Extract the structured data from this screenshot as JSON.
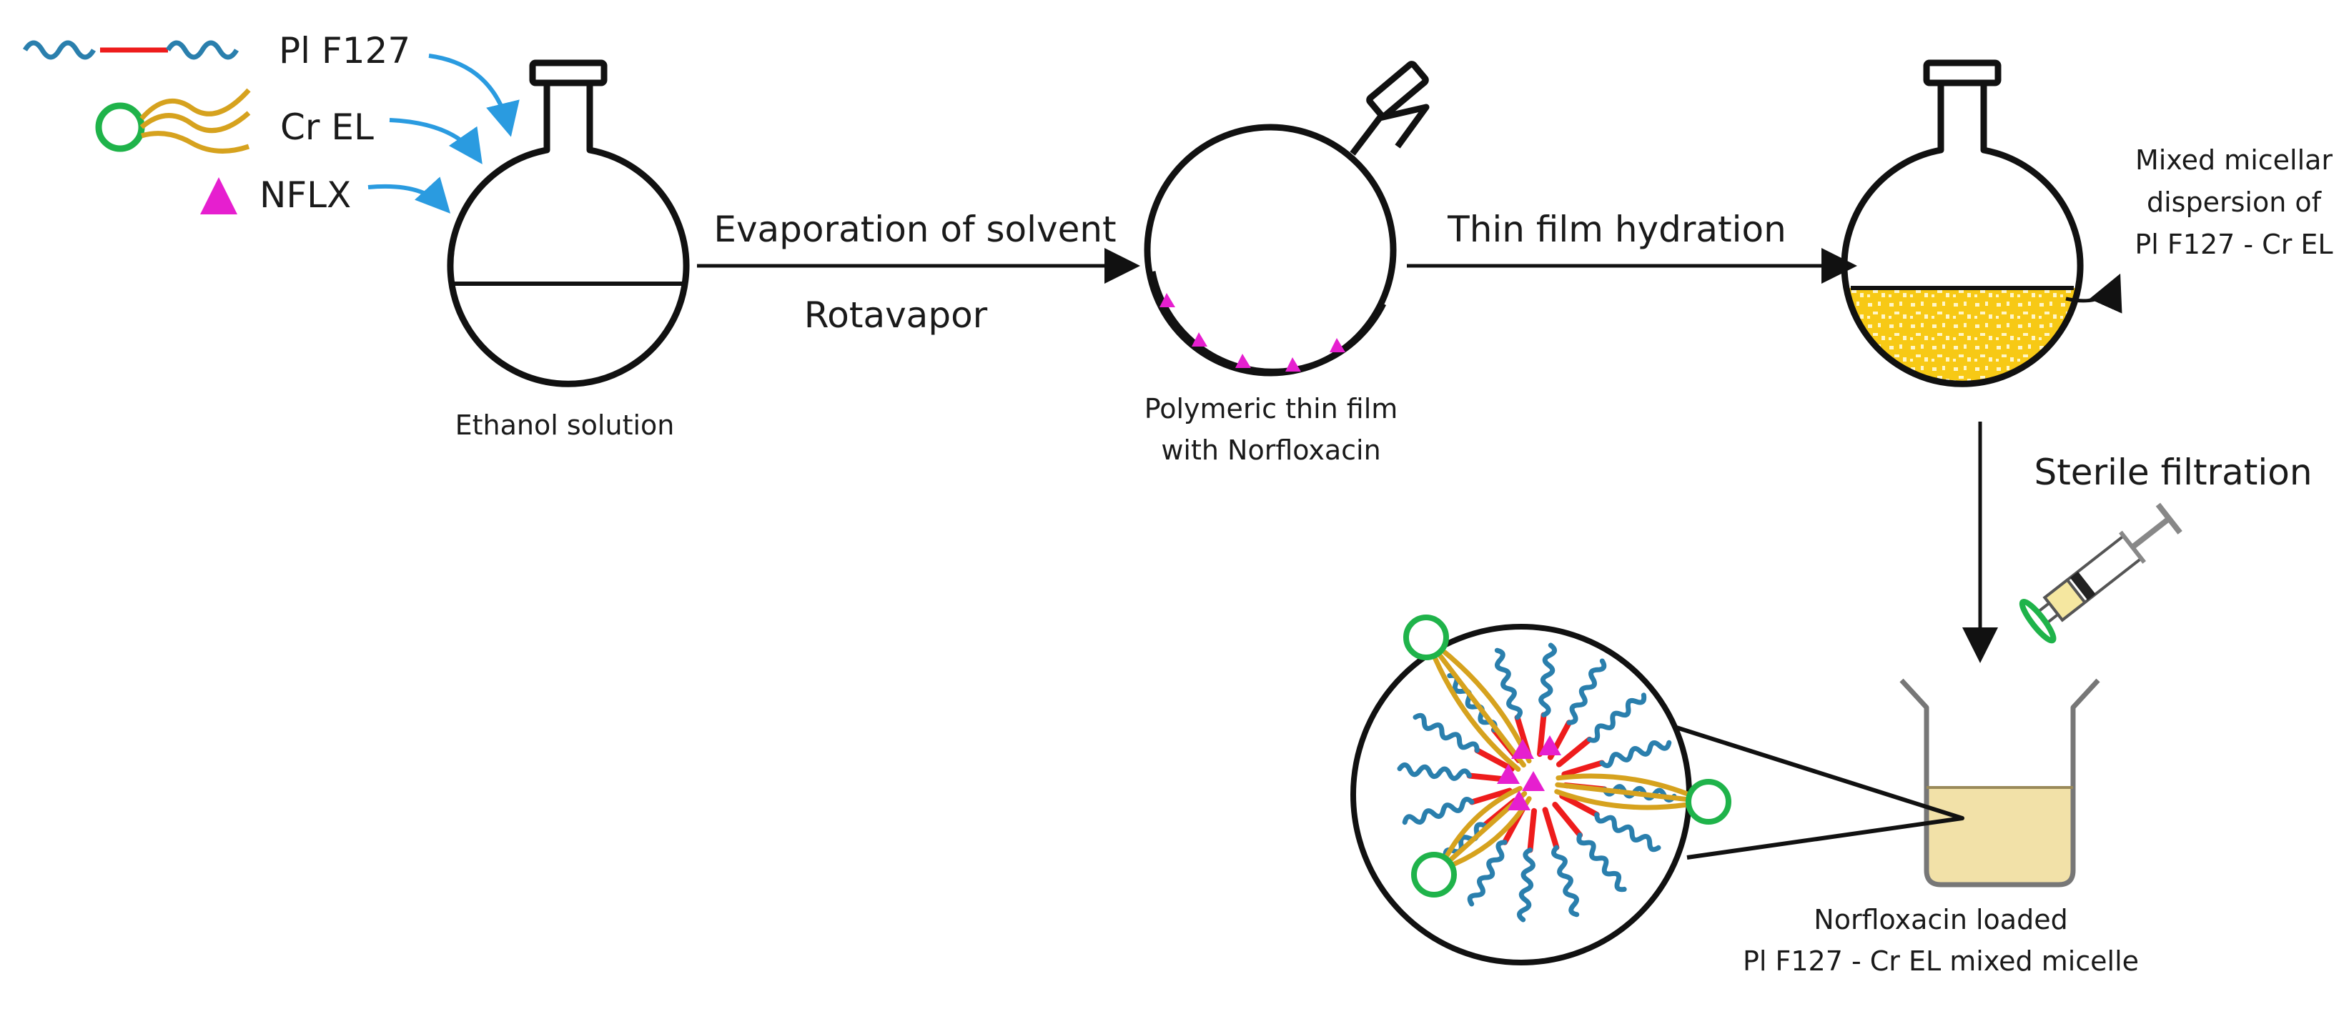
{
  "legend": {
    "pl_f127": "Pl F127",
    "cr_el": "Cr EL",
    "nflx": "NFLX"
  },
  "steps": {
    "evaporation": "Evaporation of solvent",
    "rotavapor": "Rotavapor",
    "hydration": "Thin film hydration",
    "sterile": "Sterile filtration"
  },
  "captions": {
    "ethanol": "Ethanol solution",
    "film_line1": "Polymeric thin film",
    "film_line2": "with Norfloxacin",
    "mixed_line1": "Mixed micellar",
    "mixed_line2": "dispersion of",
    "mixed_line3": "Pl F127 - Cr EL",
    "loaded_line1": "Norfloxacin loaded",
    "loaded_line2": "Pl F127 - Cr EL mixed micelle"
  },
  "colors": {
    "peo_blue": "#2a7fad",
    "ppo_red": "#ee1c1c",
    "cremophor_gold": "#d6a21e",
    "head_green": "#1fb34a",
    "drug_magenta": "#e61fcf",
    "arrow_blue": "#2a9be0",
    "dispersion_yellow": "#f7c915",
    "beaker_liquid": "#f2e1a8"
  }
}
